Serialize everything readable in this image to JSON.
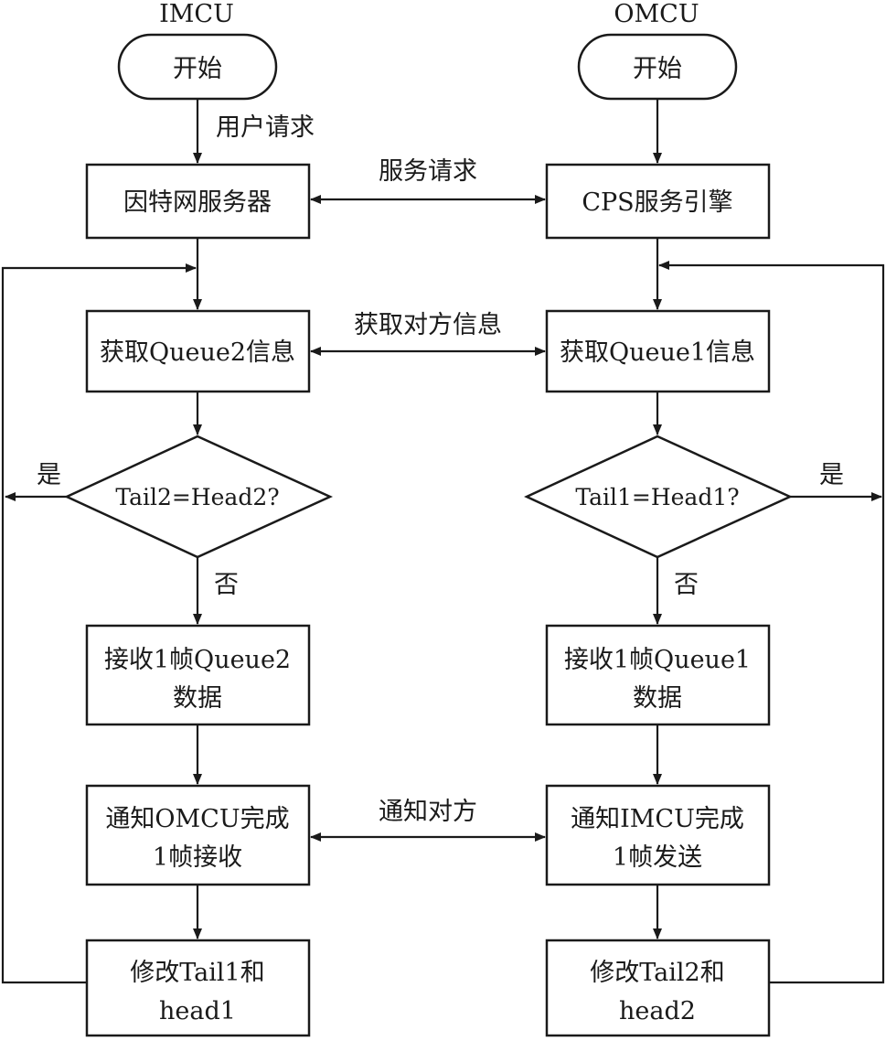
{
  "lanes": {
    "left": "IMCU",
    "right": "OMCU"
  },
  "left": {
    "start": "开始",
    "user_request": "用户请求",
    "server": "因特网服务器",
    "get_queue": "获取Queue2信息",
    "decision": "Tail2=Head2?",
    "yes": "是",
    "no": "否",
    "receive": [
      "接收1帧Queue2",
      "数据"
    ],
    "notify": [
      "通知OMCU完成",
      "1帧接收"
    ],
    "modify": [
      "修改Tail1和",
      "head1"
    ]
  },
  "right": {
    "start": "开始",
    "engine": "CPS服务引擎",
    "get_queue": "获取Queue1信息",
    "decision": "Tail1=Head1?",
    "yes": "是",
    "no": "否",
    "receive": [
      "接收1帧Queue1",
      "数据"
    ],
    "notify": [
      "通知IMCU完成",
      "1帧发送"
    ],
    "modify": [
      "修改Tail2和",
      "head2"
    ]
  },
  "links": {
    "service_request": "服务请求",
    "get_peer_info": "获取对方信息",
    "notify_peer": "通知对方"
  }
}
